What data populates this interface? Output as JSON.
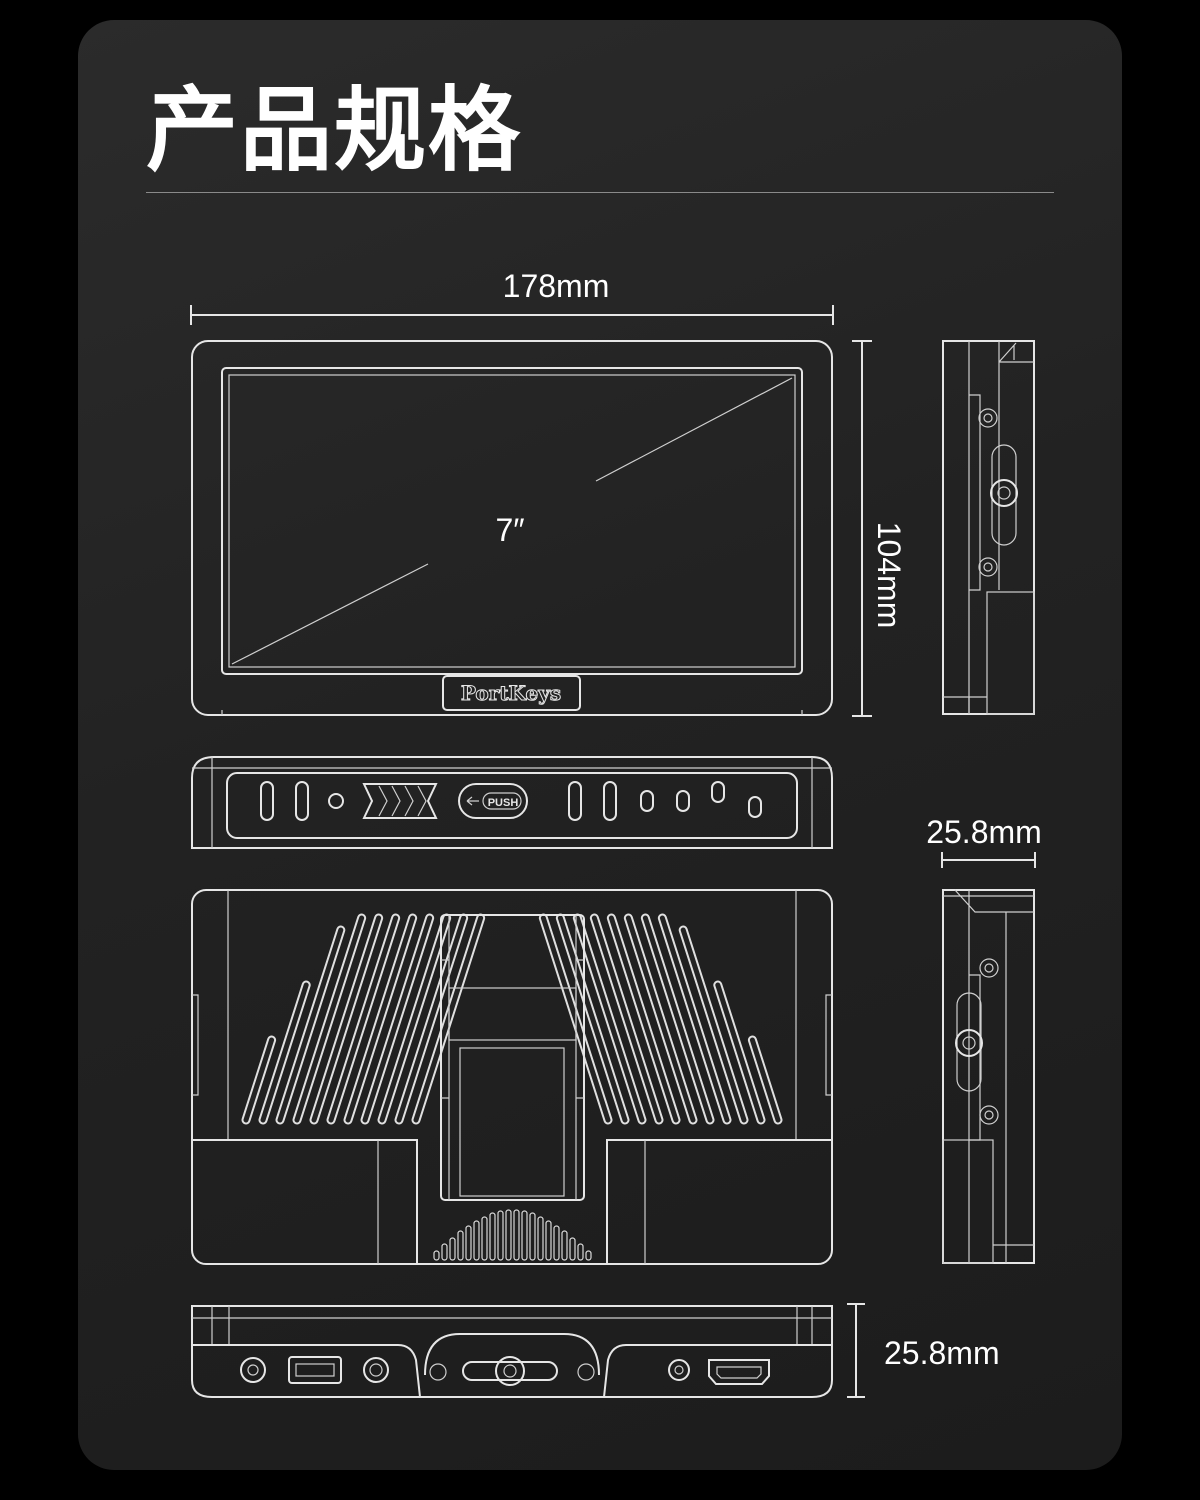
{
  "title": "产品规格",
  "dimensions": {
    "width": "178mm",
    "height": "104mm",
    "depth_side": "25.8mm",
    "depth_bottom": "25.8mm"
  },
  "screen_size": "7″",
  "brand_logo": "PortKeys",
  "button_label": "PUSH",
  "colors": {
    "background": "#000000",
    "card": "#242424",
    "line": "#e6e6e6",
    "text": "#ffffff"
  }
}
